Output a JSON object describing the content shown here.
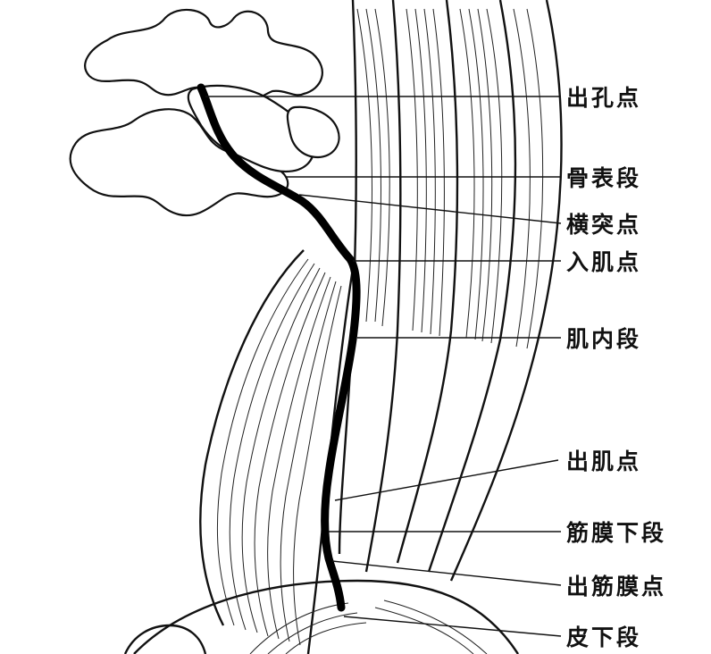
{
  "labels": [
    {
      "key": "foramen_exit_point",
      "text": "出孔点"
    },
    {
      "key": "bone_surface_segment",
      "text": "骨表段"
    },
    {
      "key": "transverse_process_point",
      "text": "横突点"
    },
    {
      "key": "muscle_entry_point",
      "text": "入肌点"
    },
    {
      "key": "intramuscular_segment",
      "text": "肌内段"
    },
    {
      "key": "muscle_exit_point",
      "text": "出肌点"
    },
    {
      "key": "subfascial_segment",
      "text": "筋膜下段"
    },
    {
      "key": "fascia_exit_point",
      "text": "出筋膜点"
    },
    {
      "key": "subcutaneous_segment",
      "text": "皮下段"
    }
  ]
}
